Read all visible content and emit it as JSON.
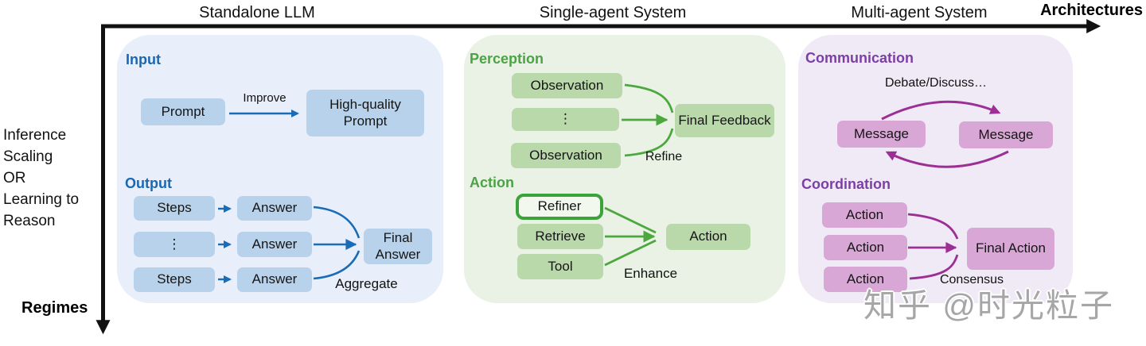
{
  "axes": {
    "x_label": "Architectures",
    "y_label": "Regimes",
    "y_description": "Inference\nScaling\nOR\nLearning to\nReason",
    "columns": [
      "Standalone LLM",
      "Single-agent System",
      "Multi-agent System"
    ]
  },
  "panels": {
    "standalone": {
      "input_label": "Input",
      "prompt": "Prompt",
      "improve": "Improve",
      "high_quality_prompt": "High-quality Prompt",
      "output_label": "Output",
      "steps": "Steps",
      "dots": "⋮",
      "answer": "Answer",
      "final_answer": "Final Answer",
      "aggregate": "Aggregate"
    },
    "single_agent": {
      "perception_label": "Perception",
      "observation": "Observation",
      "dots": "⋮",
      "final_feedback": "Final Feedback",
      "refine": "Refine",
      "action_label": "Action",
      "refiner": "Refiner",
      "retrieve": "Retrieve",
      "tool": "Tool",
      "action": "Action",
      "enhance": "Enhance"
    },
    "multi_agent": {
      "communication_label": "Communication",
      "debate": "Debate/Discuss…",
      "message": "Message",
      "coordination_label": "Coordination",
      "action": "Action",
      "final_action": "Final Action",
      "consensus": "Consensus"
    }
  },
  "watermark": "知乎 @时光粒子",
  "colors": {
    "blue_accent": "#1a6cb7",
    "blue_box": "#b9d2ec",
    "blue_panel": "#e8eefa",
    "green_accent": "#4ca83e",
    "green_box": "#b9d9ab",
    "green_panel": "#e9f2e5",
    "refiner_border": "#3aa33a",
    "purple_accent": "#9c2f96",
    "purple_label": "#7c3fa4",
    "purple_box": "#d9a7d6",
    "purple_panel": "#f0e9f6",
    "axis_color": "#111111",
    "watermark_color": "#a6a6a6"
  }
}
